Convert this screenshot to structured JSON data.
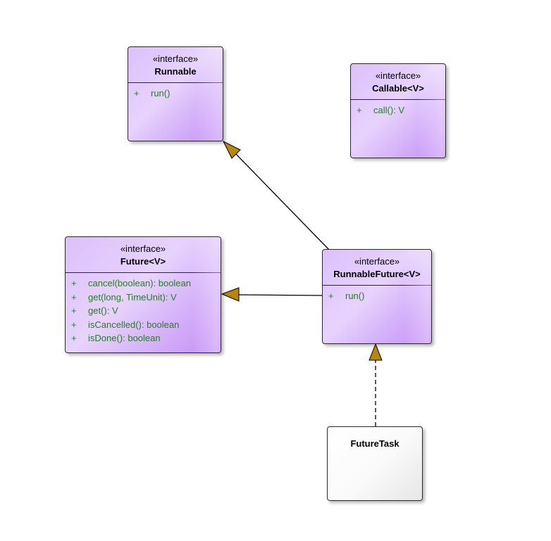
{
  "diagram": {
    "boxes": {
      "runnable": {
        "stereotype": "«interface»",
        "name": "Runnable",
        "operations": [
          {
            "visibility": "+",
            "signature": "run()"
          }
        ]
      },
      "callable": {
        "stereotype": "«interface»",
        "name": "Callable<V>",
        "operations": [
          {
            "visibility": "+",
            "signature": "call(): V"
          }
        ]
      },
      "future": {
        "stereotype": "«interface»",
        "name": "Future<V>",
        "operations": [
          {
            "visibility": "+",
            "signature": "cancel(boolean): boolean"
          },
          {
            "visibility": "+",
            "signature": "get(long, TimeUnit): V"
          },
          {
            "visibility": "+",
            "signature": "get(): V"
          },
          {
            "visibility": "+",
            "signature": "isCancelled(): boolean"
          },
          {
            "visibility": "+",
            "signature": "isDone(): boolean"
          }
        ]
      },
      "runnableFuture": {
        "stereotype": "«interface»",
        "name": "RunnableFuture<V>",
        "operations": [
          {
            "visibility": "+",
            "signature": "run()"
          }
        ]
      },
      "futureTask": {
        "name": "FutureTask"
      }
    },
    "relations": [
      {
        "from": "RunnableFuture<V>",
        "to": "Runnable",
        "kind": "generalization"
      },
      {
        "from": "RunnableFuture<V>",
        "to": "Future<V>",
        "kind": "generalization"
      },
      {
        "from": "FutureTask",
        "to": "RunnableFuture<V>",
        "kind": "realization"
      }
    ],
    "colors": {
      "interface_fill": "#d9b9fb",
      "class_fill": "#ffffff",
      "operation_text": "#2a7a2a",
      "arrowhead": "#b8860b",
      "border": "#2a2a2a"
    }
  }
}
